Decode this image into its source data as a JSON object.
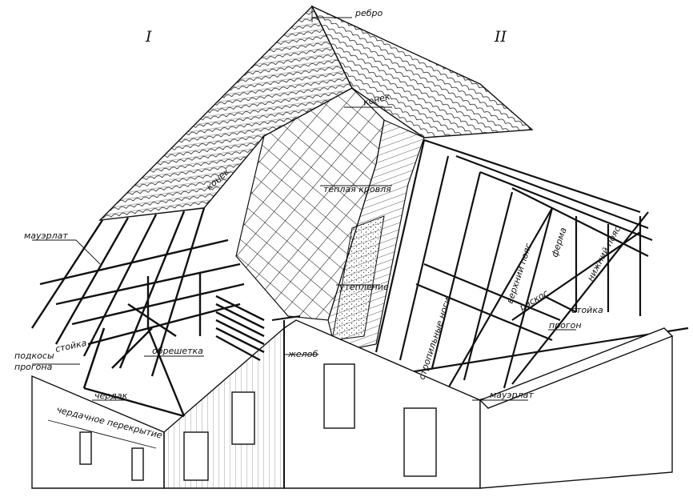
{
  "sections": {
    "left": "I",
    "right": "II"
  },
  "labels": {
    "rebro": "ребро",
    "konek_top": "конек",
    "konek_left": "конек",
    "teplaya_krovlya": "теплая кровля",
    "mauerlat_left": "мауэрлат",
    "mauerlat_right": "мауэрлат",
    "stoyka_left": "стойка",
    "stoyka_right": "стойка",
    "podkosy_line1": "подкосы",
    "podkosy_line2": "прогона",
    "obreshetka": "обрешетка",
    "cherdak": "чердак",
    "cherdachnoe": "чердачное перекрытие",
    "zhelob": "желоб",
    "uteplenie": "утепление",
    "stropilnye_nogi": "стропильные ноги",
    "verkhniy_poyas": "верхний пояс",
    "ferma": "ферма",
    "nizhniy_poyas": "нижний пояс",
    "raskos": "раскос",
    "progon": "прогон"
  },
  "colors": {
    "ink": "#111111",
    "paper": "#ffffff"
  }
}
